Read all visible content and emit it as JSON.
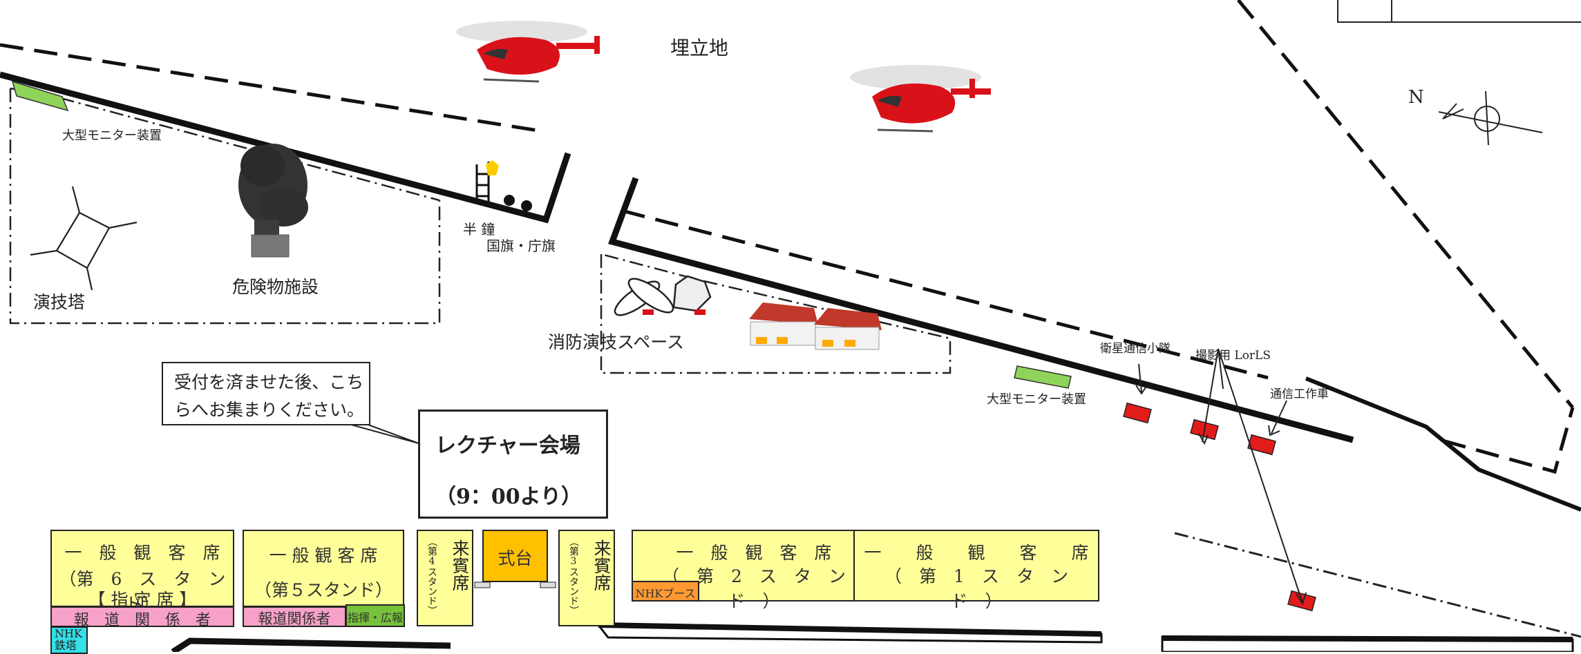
{
  "title_reclaimed": "埋立地",
  "north_label": "N",
  "labels": {
    "monitor_left": "大型モニター装置",
    "monitor_right": "大型モニター装置",
    "tower": "演技塔",
    "hazard": "危険物施設",
    "bell": "半 鐘",
    "flags": "国旗・庁旗",
    "fire_space": "消防演技スペース",
    "satellite": "衛星通信小隊",
    "camera": "撮影用 LorLS",
    "comm_car": "通信工作車"
  },
  "callout": {
    "text_line1": "受付を済ませた後、こち",
    "text_line2": "らへお集まりください。"
  },
  "lecture": {
    "title": "レクチャー会場",
    "time": "（9：00より）"
  },
  "stands": {
    "s6": {
      "line1": "一　般　観　客　席",
      "line2": "（第　6　ス　タ　ン　ド）",
      "line3": "【 指 定 席 】",
      "press": "報　道　関　係　者"
    },
    "s5": {
      "line1": "一 般 観 客 席",
      "line2": "（第５スタンド）",
      "press": "報道関係者",
      "command": "指揮・広報"
    },
    "guest4": {
      "main": "来賓席",
      "sub": "（第4スタンド）"
    },
    "podium": "式台",
    "guest3": {
      "main": "来賓席",
      "sub": "（第3スタンド）"
    },
    "s2": {
      "line1": "一　般　観　客　席",
      "line2": "（　第　2　ス　タ　ン　ド　）",
      "nhk": "NHKブース"
    },
    "s1": {
      "line1": "一　　般　　観　　客　　席",
      "line2": "（　第　1　ス　タ　ン　ド　）"
    },
    "nhk_tower": "NHK鉄塔"
  },
  "colors": {
    "stand_yellow": "#ffff99",
    "press_pink": "#f7a1c8",
    "command_green": "#77c23a",
    "podium_orange": "#ffc000",
    "nhk_orange": "#ff9933",
    "nhk_cyan": "#33e0e8",
    "monitor_green": "#8fd45a",
    "vehicle_red": "#e21b1b",
    "line_dark": "#111111"
  }
}
